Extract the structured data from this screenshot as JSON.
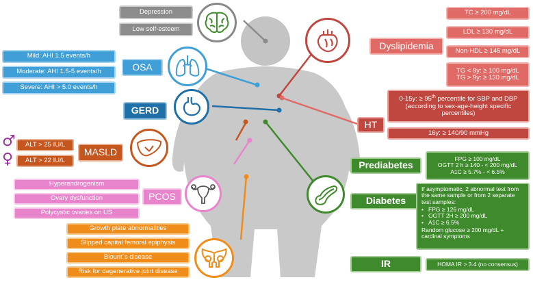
{
  "psych": {
    "items": [
      "Depression",
      "Low self-esteem"
    ],
    "color": "#8c8c8c"
  },
  "osa": {
    "title": "OSA",
    "items": [
      "Mild: AHI 1.5 events/h",
      "Moderate: AHI 1.5-5 events/h",
      "Severe: AHI > 5.0 events/h"
    ],
    "color": "#3f9fd6"
  },
  "gerd": {
    "title": "GERD",
    "color": "#1f6fa8"
  },
  "masld": {
    "title": "MASLD",
    "male_symbol": "♂",
    "female_symbol": "♀",
    "items": [
      "ALT > 25 IU/L",
      "ALT > 22 IU/L"
    ],
    "color": "#c5561e"
  },
  "pcos": {
    "title": "PCOS",
    "items": [
      "Hyperandrogenism",
      "Ovary dysfunction",
      "Polycystic ovaries on US"
    ],
    "color": "#e884cc"
  },
  "bones": {
    "items": [
      "Growth plate abnormalities",
      "Slipped capital femoral epiphysis",
      "Blount´s disease",
      "Risk for degenerative joint disease"
    ],
    "color": "#f08d1a"
  },
  "dyslipidemia": {
    "title": "Dyslipidemia",
    "items": [
      "TC ≥ 200 mg/dL",
      "LDL ≥ 130 mg/dL",
      "Non-HDL ≥ 145 mg/dL"
    ],
    "tg": [
      "TG < 9y: ≥ 100 mg/dL",
      "TG > 9y: ≥ 130 mg/dL"
    ],
    "color": "#e06b66"
  },
  "ht": {
    "title": "HT",
    "child_line1": "0-15y: ≥ 95",
    "child_sup": "th",
    "child_line1_rest": " percentile for SBP and DBP",
    "child_line2": "(according to sex-age-height specific",
    "child_line3": "percentiles)",
    "adult": "16y: ≥ 140/90 mmHg",
    "color": "#c0473f"
  },
  "prediabetes": {
    "title": "Prediabetes",
    "items": [
      "FPG ≥ 100 mg/dL",
      "OGTT 2 h ≥ 140 - < 200 mg/dL",
      "A1C ≥ 5.7% - < 6.5%"
    ],
    "color": "#3f8a2c"
  },
  "diabetes": {
    "title": "Diabetes",
    "intro": "If asymptomatic, 2 abnormal test from the same sample or from 2 separate test samples:",
    "bullets": [
      "FPG ≥ 126 mg/dL",
      "OGTT 2H ≥ 200 mg/dL",
      "A1C ≥ 6.5%"
    ],
    "outro": "Random glucose ≥ 200 mg/dL + cardinal symptoms",
    "color": "#3f8a2c"
  },
  "ir": {
    "title": "IR",
    "criterion": "HOMA IR > 3.4 (no consensus)",
    "color": "#3f8a2c"
  },
  "icons": [
    "brain-icon",
    "heart-icon",
    "lungs-icon",
    "stomach-icon",
    "liver-icon",
    "uterus-icon",
    "pancreas-icon",
    "pelvis-icon"
  ]
}
